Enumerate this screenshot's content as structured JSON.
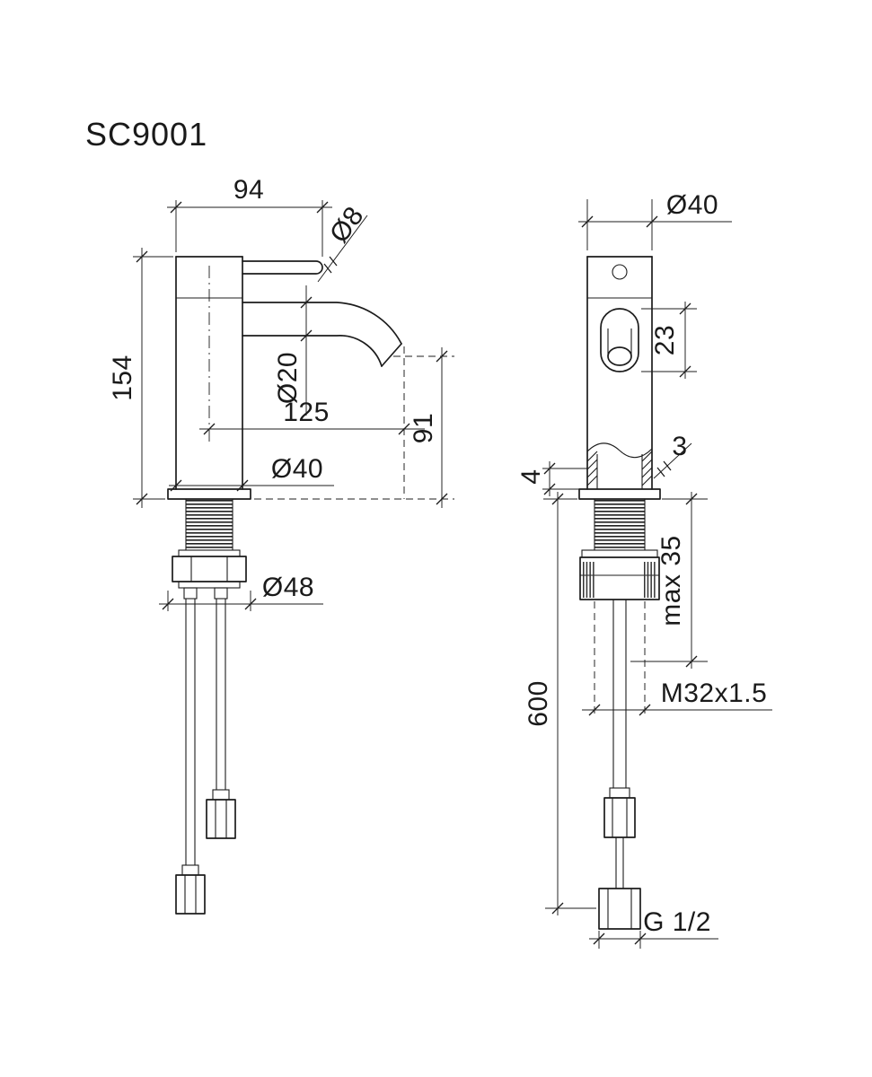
{
  "title": "SC9001",
  "front_view": {
    "spout_reach": "94",
    "lever_diameter": "Ø8",
    "body_height": "154",
    "spout_tube_diameter": "Ø20",
    "spout_projection": "125",
    "outlet_height": "91",
    "body_diameter": "Ø40",
    "base_diameter": "Ø48"
  },
  "side_view": {
    "body_diameter": "Ø40",
    "outlet_length": "23",
    "deck_min": "4",
    "wall_thickness": "3",
    "max_deck_thickness": "max 35",
    "hose_length": "600",
    "shank_thread": "M32x1.5",
    "hose_connection": "G 1/2"
  }
}
